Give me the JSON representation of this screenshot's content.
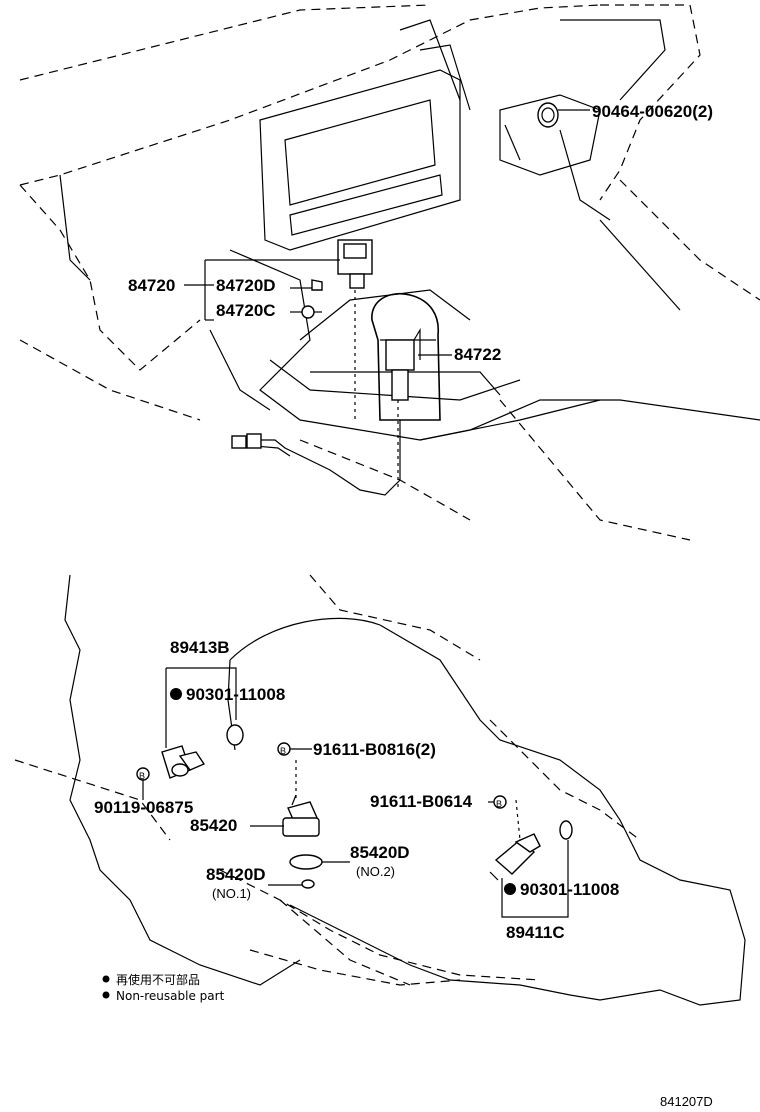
{
  "callouts": {
    "p90464": "90464-00620(2)",
    "p84720": "84720",
    "p84720D": "84720D",
    "p84720C": "84720C",
    "p84722": "84722",
    "p89413B": "89413B",
    "p90301_a": "90301-11008",
    "p91611_b0816": "91611-B0816(2)",
    "p90119": "90119-06875",
    "p85420": "85420",
    "p91611_b0614": "91611-B0614",
    "p85420D_no2": "85420D",
    "no2": "(NO.2)",
    "p85420D_no1": "85420D",
    "no1": "(NO.1)",
    "p90301_b": "90301-11008",
    "p89411C": "89411C"
  },
  "legend": {
    "non_reusable_jp": "再使用不可部品",
    "non_reusable_en": "Non-reusable part"
  },
  "figure_code": "841207D"
}
